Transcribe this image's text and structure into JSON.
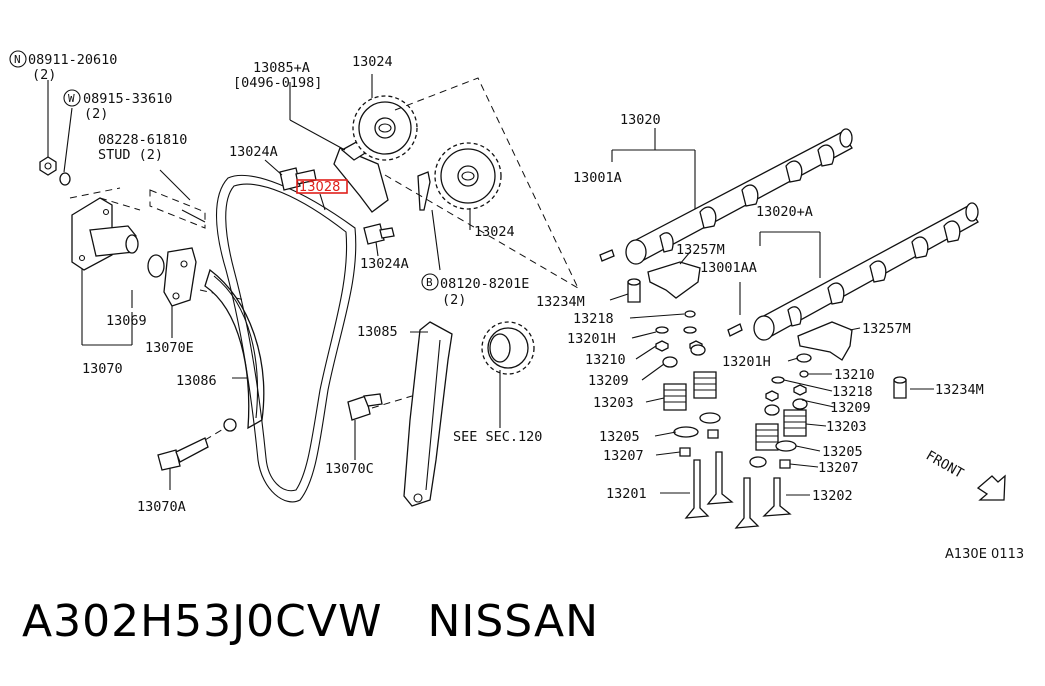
{
  "callouts": {
    "n_code": "08911-20610",
    "n_qty": "(2)",
    "w_code": "08915-33610",
    "w_qty": "(2)",
    "stud_code": "08228-61810",
    "stud_label": "STUD (2)",
    "p13085A": "13085+A",
    "p13085A_range": "[0496-0198]",
    "p13024_top": "13024",
    "p13024_mid": "13024",
    "p13024A_top": "13024A",
    "p13024A_mid": "13024A",
    "p13028": "13028",
    "b_code": "08120-8201E",
    "b_qty": "(2)",
    "p13069": "13069",
    "p13070": "13070",
    "p13070E": "13070E",
    "p13086": "13086",
    "p13070A": "13070A",
    "p13070C": "13070C",
    "p13085": "13085",
    "see_sec": "SEE SEC.120",
    "p13020": "13020",
    "p13001A": "13001A",
    "p13020A": "13020+A",
    "p13257M_a": "13257M",
    "p13001AA": "13001AA",
    "p13234M_a": "13234M",
    "p13218_a": "13218",
    "p13201H_a": "13201H",
    "p13210_a": "13210",
    "p13209_a": "13209",
    "p13203_a": "13203",
    "p13205_a": "13205",
    "p13207_a": "13207",
    "p13201": "13201",
    "p13257M_b": "13257M",
    "p13201H_b": "13201H",
    "p13210_b": "13210",
    "p13218_b": "13218",
    "p13234M_b": "13234M",
    "p13209_b": "13209",
    "p13203_b": "13203",
    "p13205_b": "13205",
    "p13207_b": "13207",
    "p13202": "13202",
    "front": "FRONT",
    "fig_code": "A130E 0113"
  },
  "symbols": {
    "n": "N",
    "w": "W",
    "b": "B"
  },
  "footer": {
    "part_number": "A302H53J0CVW",
    "brand": "NISSAN"
  },
  "colors": {
    "highlight": "#e0201b",
    "ink": "#111111"
  }
}
